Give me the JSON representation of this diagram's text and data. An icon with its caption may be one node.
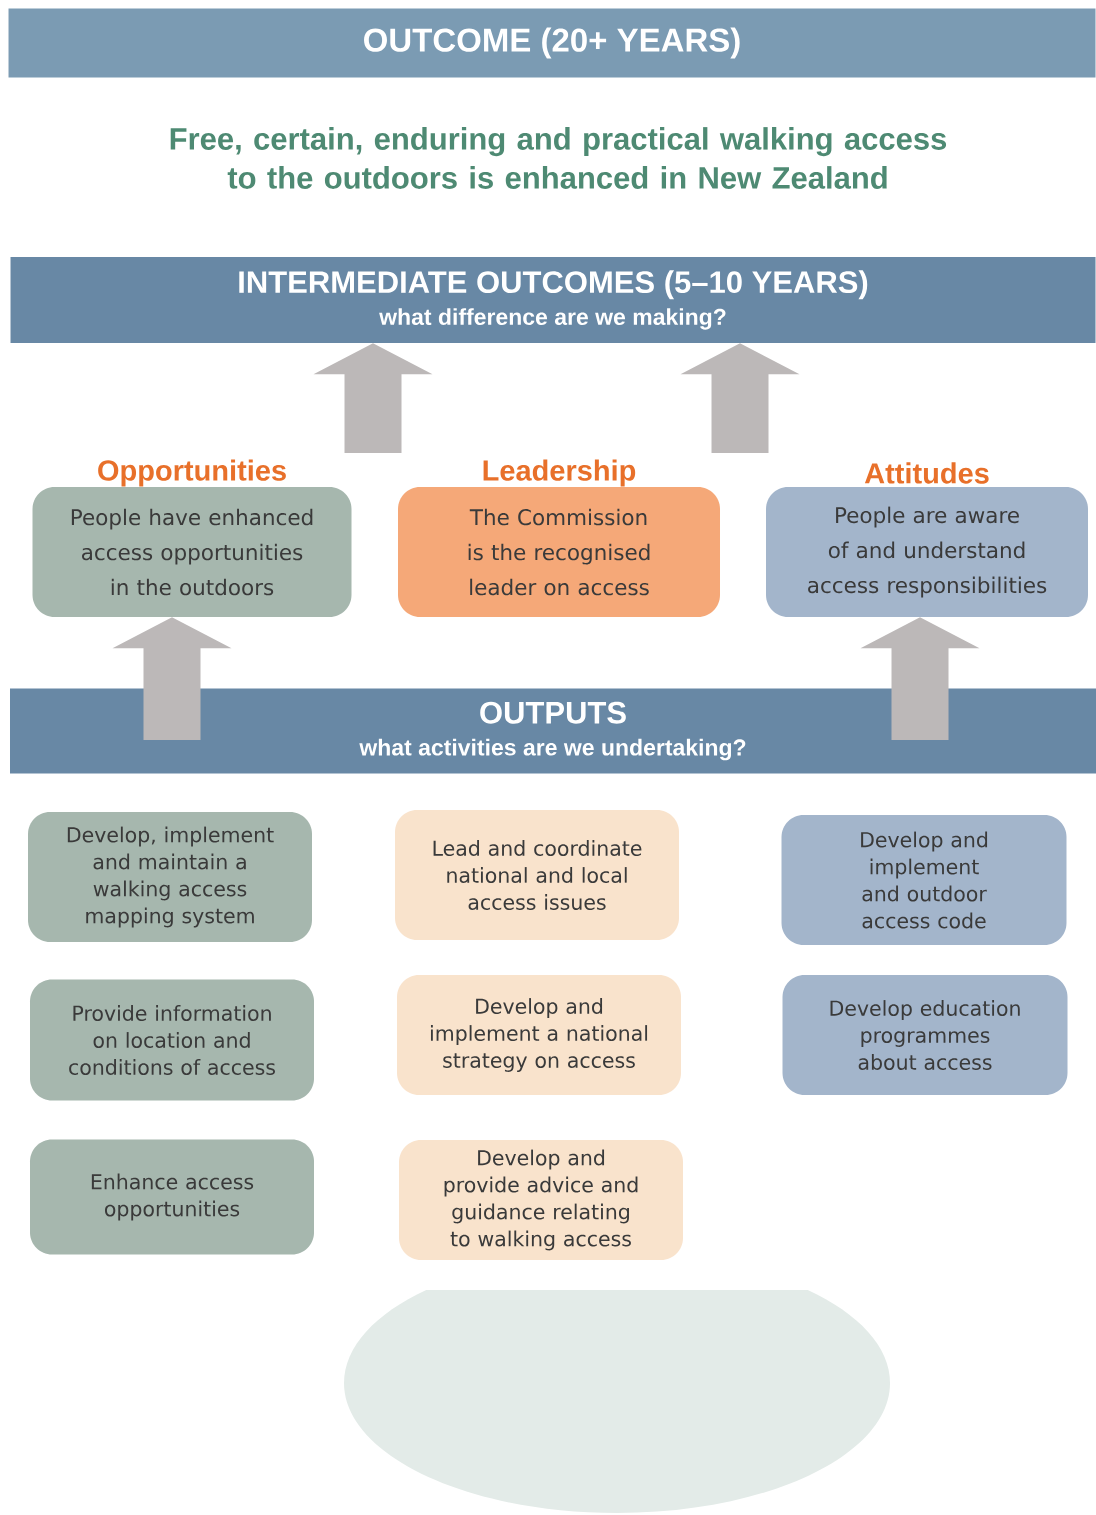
{
  "diagram": {
    "nodes": [
      {
        "text": [
          "OUTCOME (20+ YEARS)"
        ]
      },
      {
        "text": [
          "INTERMEDIATE OUTCOMES (5–10 YEARS)",
          "what difference are we making?"
        ]
      },
      {
        "text": [
          "Opportunities",
          "People have enhanced access opportunities in the outdoors"
        ]
      },
      {
        "text": [
          "Leadership",
          "The Commission is the recognised leader on access"
        ]
      },
      {
        "text": [
          "Attitudes",
          "People are aware of and understand access responsibilities"
        ]
      },
      {
        "text": [
          "OUTPUTS",
          "what activities are we undertaking?"
        ]
      },
      {
        "text": [
          "Develop, implement and maintain a walking access mapping system"
        ]
      },
      {
        "text": [
          "Lead and coordinate national and local access issues"
        ]
      },
      {
        "text": [
          "Develop and implement and outdoor access code"
        ]
      },
      {
        "text": [
          "Provide information on location and conditions of access"
        ]
      },
      {
        "text": [
          "Develop and implement a national strategy on access"
        ]
      },
      {
        "text": [
          "Develop education programmes about access"
        ]
      },
      {
        "text": [
          "Enhance access opportunities"
        ]
      },
      {
        "text": [
          "Develop and provide advice and guidance relating to walking access"
        ]
      },
      {
        "text": [],
        "shape": "ellipse"
      }
    ],
    "edges": [
      {
        "from": null,
        "to": 1,
        "arrow": "to"
      },
      {
        "from": null,
        "to": 1,
        "arrow": "to"
      },
      {
        "from": 5,
        "to": 2,
        "arrow": "to"
      },
      {
        "from": 5,
        "to": 4,
        "arrow": "to"
      }
    ],
    "labels": [
      "Free, certain, enduring and practical walking access to the outdoors is enhanced in New Zealand"
    ]
  }
}
